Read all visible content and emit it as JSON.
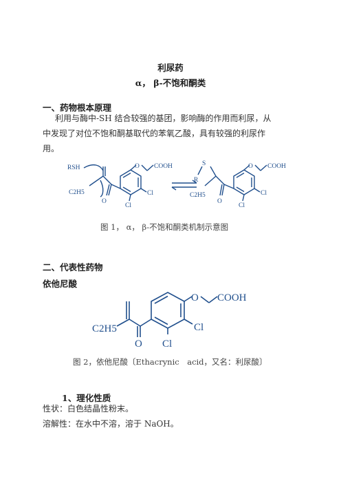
{
  "doc": {
    "title": "利尿药",
    "subtitle": "α， β-不饱和酮类",
    "section1": {
      "heading": "一、药物根本原理",
      "para_line1": "利用与酶中-SH 结合较强的基团，影响酶的作用而利尿，从",
      "para_line2": "中发现了对位不饱和酮基取代的苯氧乙酸，具有较强的利尿作",
      "para_line3": "用。"
    },
    "figure1": {
      "caption": "图 1， α， β-不饱和酮类机制示意图",
      "labels": {
        "rsh": "RSH",
        "o": "O",
        "cooh": "COOH",
        "c2h5": "C2H5",
        "cl": "Cl",
        "r": "R",
        "s": "S"
      }
    },
    "section2": {
      "heading": "二、代表性药物",
      "drug_name": "依他尼酸"
    },
    "figure2": {
      "caption": "图 2，依他尼酸〔Ethacrynic　acid，又名：利尿酸〕",
      "labels": {
        "o": "O",
        "cooh": "COOH",
        "c2h5": "C2H5",
        "cl": "Cl"
      }
    },
    "section3": {
      "heading": "1、理化性质",
      "line1": "性状：白色结晶性粉末。",
      "line2": "溶解性：在水中不溶，溶于 NaOH。"
    }
  },
  "colors": {
    "structure_blue": "#1f4e8c",
    "text": "#222222"
  }
}
